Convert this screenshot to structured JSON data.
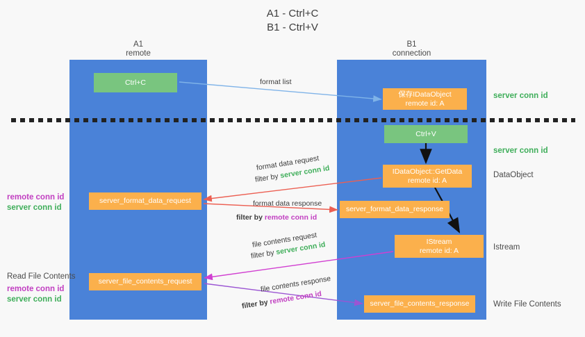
{
  "title": {
    "line1": "A1 - Ctrl+C",
    "line2": "B1 - Ctrl+V"
  },
  "columns": [
    {
      "name": "A1",
      "subtitle": "remote"
    },
    {
      "name": "B1",
      "subtitle": "connection"
    }
  ],
  "nodes": {
    "ctrl_c": {
      "line1": "Ctrl+C",
      "line2": "",
      "color": "#79c57f"
    },
    "save_idataobject": {
      "line1": "保存IDataObject",
      "line2": "remote id: A",
      "color": "#fbb04c"
    },
    "ctrl_v": {
      "line1": "Ctrl+V",
      "line2": "",
      "color": "#79c57f"
    },
    "idataobject_getdata": {
      "line1": "IDataObject::GetData",
      "line2": "remote id: A",
      "color": "#fbb04c"
    },
    "istream": {
      "line1": "IStream",
      "line2": "remote id: A",
      "color": "#fbb04c"
    },
    "server_format_data_request": {
      "line1": "server_format_data_request",
      "line2": "",
      "color": "#fbb04c"
    },
    "server_format_data_response": {
      "line1": "server_format_data_response",
      "line2": "",
      "color": "#fbb04c"
    },
    "server_file_contents_request": {
      "line1": "server_file_contents_request",
      "line2": "",
      "color": "#fbb04c"
    },
    "server_file_contents_response": {
      "line1": "server_file_contents_response",
      "line2": "",
      "color": "#fbb04c"
    }
  },
  "edge_labels": {
    "format_list": "format list",
    "format_data_request": "format data request",
    "format_data_request_filter_prefix": "filter by ",
    "format_data_request_filter_value": "server conn id",
    "format_data_response": "format data response",
    "format_data_response_filter_prefix": "filter by ",
    "format_data_response_filter_value": "remote conn id",
    "file_contents_request": "file contents request",
    "file_contents_request_filter_prefix": "filter by ",
    "file_contents_request_filter_value": "server conn id",
    "file_contents_response": "file contents response",
    "file_contents_response_filter_prefix": "filter by ",
    "file_contents_response_filter_value": "remote conn id"
  },
  "right_annotations": {
    "server_conn_id_top": "server conn id",
    "server_conn_id_mid": "server conn id",
    "dataobject": "DataObject",
    "istream": "Istream",
    "write_file_contents": "Write File Contents"
  },
  "left_annotations": {
    "remote_conn_id_1": "remote conn id",
    "server_conn_id_1": "server conn id",
    "read_file_contents": "Read File Contents",
    "remote_conn_id_2": "remote conn id",
    "server_conn_id_2": "server conn id"
  },
  "colors": {
    "lane": "#4a82d8",
    "green_node": "#79c57f",
    "orange_node": "#fbb04c",
    "green_text": "#3fae5a",
    "purple_text": "#c13fc1",
    "arrow_lightblue": "#7fb3e8",
    "arrow_red": "#ec5f52",
    "arrow_magenta": "#d13fd1",
    "arrow_purple": "#9b55d3",
    "arrow_black": "#111111",
    "background": "#f8f8f8"
  }
}
